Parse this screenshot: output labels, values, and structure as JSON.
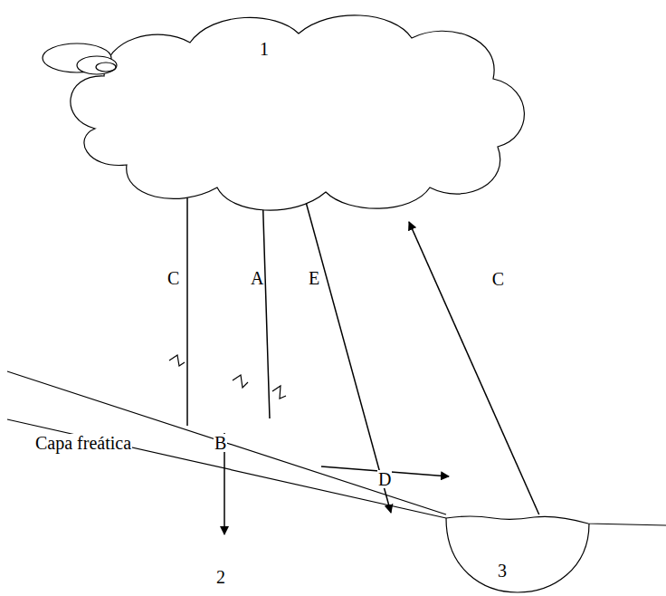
{
  "diagram": {
    "nodes": [
      {
        "text": [
          "1"
        ]
      },
      {
        "text": [
          "3"
        ]
      }
    ],
    "edges": [
      {
        "from": 1,
        "to": 0,
        "arrow": "to",
        "label": "C"
      }
    ],
    "labels": [
      "C",
      "A",
      "E",
      "Capa freática",
      "B",
      "D",
      "2"
    ]
  }
}
